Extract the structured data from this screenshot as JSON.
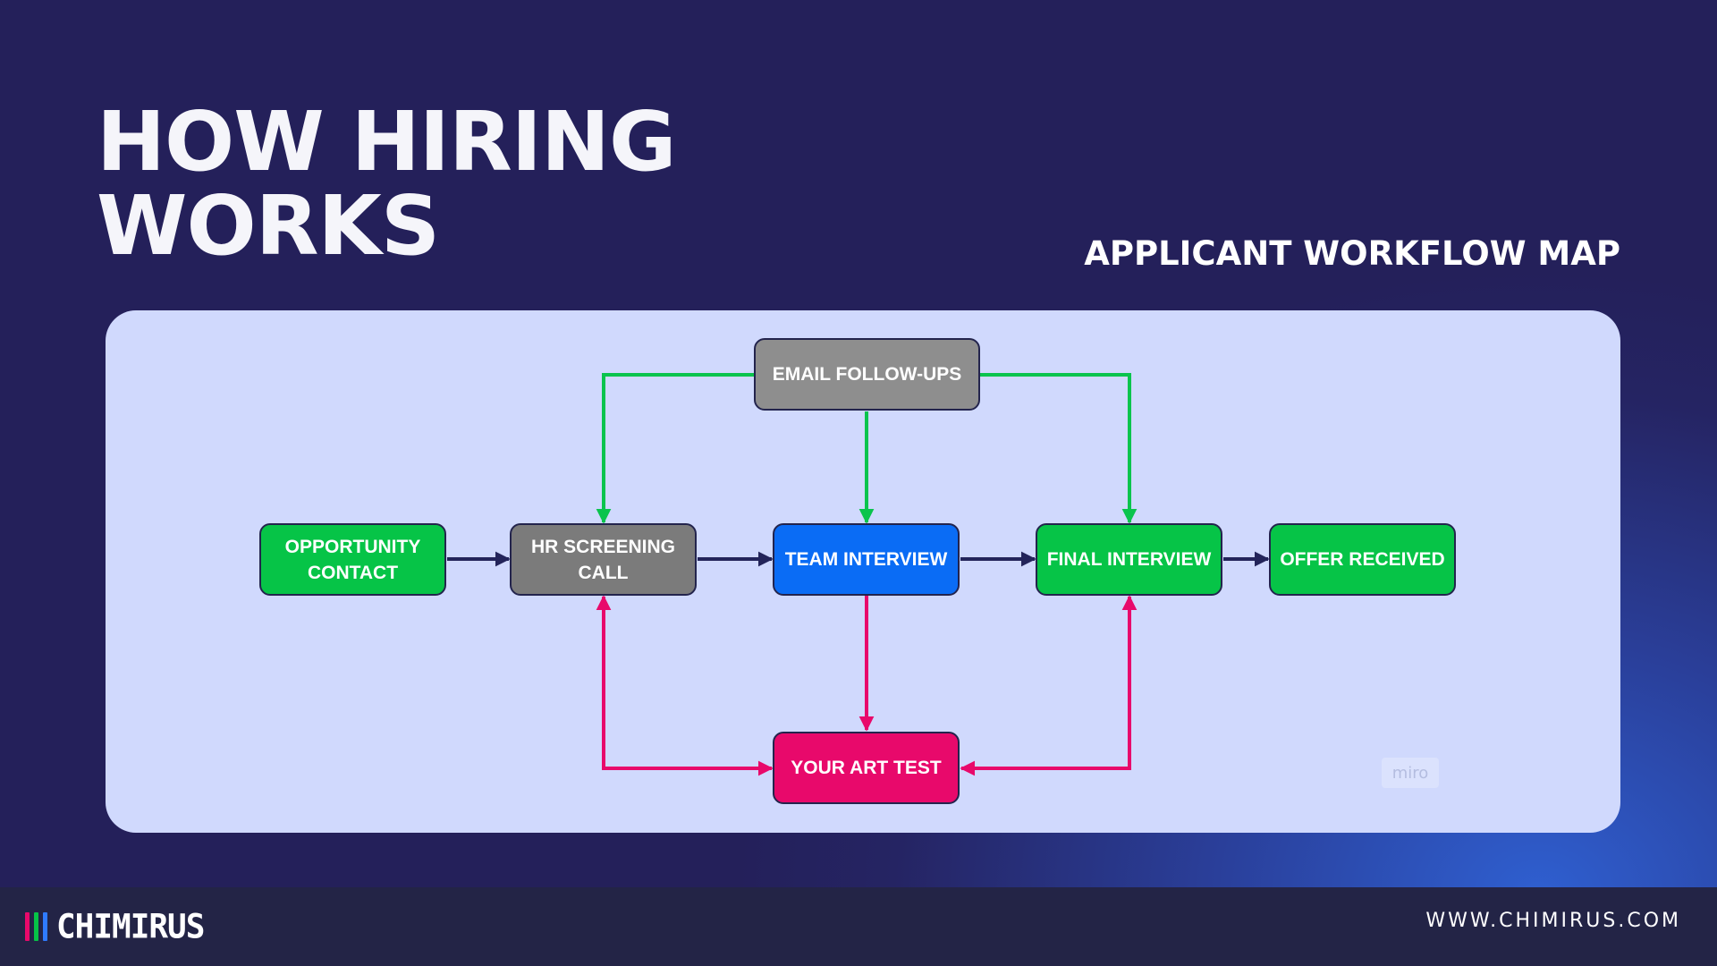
{
  "header": {
    "title_line1": "HOW HIRING",
    "title_line2": "WORKS",
    "subtitle": "APPLICANT WORKFLOW MAP"
  },
  "diagram": {
    "nodes": [
      {
        "id": "email",
        "label": "EMAIL FOLLOW-UPS",
        "color": "#8e8e8e"
      },
      {
        "id": "opportunity",
        "label": "OPPORTUNITY CONTACT",
        "color": "#06c447"
      },
      {
        "id": "hr",
        "label": "HR SCREENING CALL",
        "color": "#7b7b7b"
      },
      {
        "id": "team",
        "label": "TEAM INTERVIEW",
        "color": "#0a6cf5"
      },
      {
        "id": "final",
        "label": "FINAL INTERVIEW",
        "color": "#06c447"
      },
      {
        "id": "offer",
        "label": "OFFER RECEIVED",
        "color": "#06c447"
      },
      {
        "id": "art",
        "label": "YOUR ART TEST",
        "color": "#e8096b"
      }
    ],
    "edges": [
      {
        "from": "opportunity",
        "to": "hr",
        "color": "#23245a"
      },
      {
        "from": "hr",
        "to": "team",
        "color": "#23245a"
      },
      {
        "from": "team",
        "to": "final",
        "color": "#23245a"
      },
      {
        "from": "final",
        "to": "offer",
        "color": "#23245a"
      },
      {
        "from": "email",
        "to": "hr",
        "color": "#0ac44d"
      },
      {
        "from": "email",
        "to": "team",
        "color": "#0ac44d"
      },
      {
        "from": "email",
        "to": "final",
        "color": "#0ac44d"
      },
      {
        "from": "team",
        "to": "art",
        "color": "#e8096b"
      },
      {
        "from": "hr",
        "to": "art",
        "color": "#e8096b",
        "bidirectional": true
      },
      {
        "from": "final",
        "to": "art",
        "color": "#e8096b",
        "bidirectional": true
      }
    ],
    "watermark": "miro"
  },
  "footer": {
    "logo_text": "CHIMIRUS",
    "logo_bar_colors": [
      "#e8096b",
      "#06c447",
      "#2f7bff"
    ],
    "url": "WWW.CHIMIRUS.COM"
  }
}
